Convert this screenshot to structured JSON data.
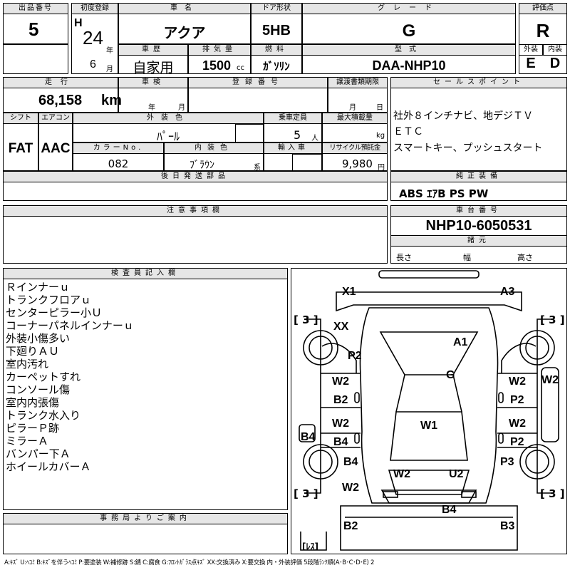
{
  "lot": {
    "header": "出品番号",
    "value": "5"
  },
  "first_reg": {
    "header": "初度登録",
    "era": "H",
    "year": "24",
    "year_unit": "年",
    "month": "6",
    "month_unit": "月"
  },
  "car_name": {
    "header": "車名",
    "value": "アクア"
  },
  "doors": {
    "header": "ドア形状",
    "value": "5HB"
  },
  "grade": {
    "header": "グレード",
    "value": "G"
  },
  "score": {
    "header": "評価点",
    "value": "R",
    "ext_header": "外装",
    "int_header": "内装",
    "ext_value": "E",
    "int_value": "D"
  },
  "history": {
    "header": "車歴",
    "value": "自家用"
  },
  "displacement": {
    "header": "排気量",
    "value": "1500",
    "unit": "cc"
  },
  "fuel": {
    "header": "燃料",
    "value": "ｶﾞｿﾘﾝ"
  },
  "model": {
    "header": "型式",
    "value": "DAA-NHP10"
  },
  "mileage": {
    "header": "走行",
    "value": "68,158",
    "unit": "km"
  },
  "inspection": {
    "header": "車検",
    "year_unit": "年",
    "month_unit": "月"
  },
  "reg_no": {
    "header": "登録番号"
  },
  "transfer": {
    "header": "譲渡書類期限",
    "month_unit": "月",
    "day_unit": "日"
  },
  "sales_point": {
    "header": "セールスポイント",
    "lines": [
      "社外８インチナビ、地デジＴＶ",
      "ＥＴＣ",
      "スマートキー、プッシュスタート"
    ]
  },
  "shift": {
    "header": "シフト",
    "value": "FAT"
  },
  "aircon": {
    "header": "エアコン",
    "value": "AAC"
  },
  "ext_color": {
    "header": "外装色",
    "value": "ﾊﾟｰﾙ"
  },
  "capacity": {
    "header": "乗車定員",
    "value": "5",
    "unit": "人"
  },
  "max_load": {
    "header": "最大積載量",
    "unit": "kg"
  },
  "color_no": {
    "header": "カラーNo.",
    "value": "082"
  },
  "int_color": {
    "header": "内装色",
    "value": "ﾌﾞﾗｳﾝ",
    "suffix": "系"
  },
  "import": {
    "header": "輸入車"
  },
  "recycle": {
    "header": "リサイクル預託金",
    "value": "9,980",
    "unit": "円"
  },
  "later_parts": {
    "header": "後日発送部品"
  },
  "equipment": {
    "header": "純正装備",
    "value": "ABS ｴｱB PS PW"
  },
  "notes_header": "注意事項欄",
  "chassis": {
    "header": "車台番号",
    "value": "NHP10-6050531"
  },
  "dims": {
    "header": "諸元",
    "length": "長さ",
    "width": "幅",
    "height": "高さ"
  },
  "inspector": {
    "header": "検査員記入欄",
    "lines": [
      "Ｒインナーｕ",
      "トランクフロアｕ",
      "センターピラー小Ｕ",
      "コーナーパネルインナーｕ",
      "外装小傷多い",
      "下廻りＡＵ",
      "室内汚れ",
      "カーペットすれ",
      "コンソール傷",
      "室内内張傷",
      "トランク水入り",
      "ピラーＰ跡",
      "ミラーＡ",
      "バンパー下Ａ",
      "ホイールカバーＡ"
    ]
  },
  "office_header": "事務局よりご案内",
  "diagram": {
    "codes": {
      "x1": "X1",
      "a3": "A3",
      "xx": "XX",
      "a1": "A1",
      "p2_hood": "P2",
      "g": "G",
      "w2_fl": "W2",
      "b2_fl": "B2",
      "w2_fr": "W2",
      "p2_fr": "P2",
      "w2_side": "W2",
      "w1": "W1",
      "w2_rl": "W2",
      "b4_rl": "B4",
      "w2_rr": "W2",
      "p2_rr": "P2",
      "b4_side": "B4",
      "b4_rear_l": "B4",
      "p3": "P3",
      "w2_ql": "W2",
      "u2": "U2",
      "w2_back": "W2",
      "b4_bumper": "B4",
      "b2_bottom": "B2",
      "b3_bottom": "B3"
    },
    "tire_label_tl": "[ 3 ]",
    "tire_label_tr": "[ 3 ]",
    "tire_label_bl": "[ 3 ]",
    "tire_label_br": "[ 3 ]",
    "spare": "[ﾚｽ]"
  },
  "legend": "A:ｷｽﾞ U:ﾍｺﾐ B:ｷｽﾞを伴うﾍｺﾐ P:要塗装 W:補修跡 S:錆 C:腐食 G:ﾌﾛﾝﾄｶﾞﾗｽ点ｷｽﾞ XX:交換済み X:要交換 内・外装評価 5段階ﾗﾝｸ順(A･B･C･D･E) 2"
}
